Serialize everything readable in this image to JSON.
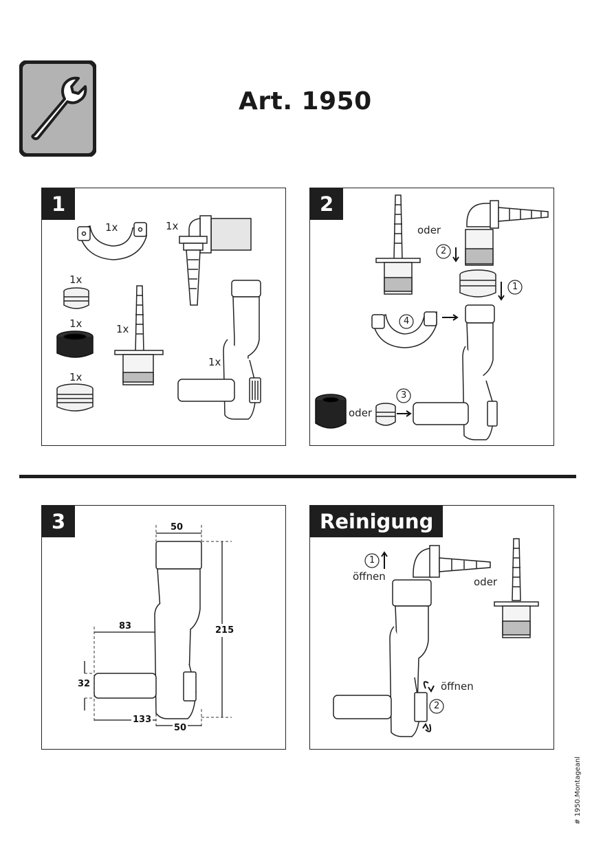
{
  "header": {
    "title": "Art. 1950",
    "icon": "wrench-icon"
  },
  "panels": {
    "p1": {
      "step": "1",
      "qty": {
        "clip": "1x",
        "elbow": "1x",
        "nut_small": "1x",
        "seal_black": "1x",
        "nut_large": "1x",
        "hose_connector": "1x",
        "siphon": "1x"
      }
    },
    "p2": {
      "step": "2",
      "oder_top": "oder",
      "oder_bottom": "oder",
      "marker1": "1",
      "marker2": "2",
      "marker3": "3",
      "marker4": "4"
    },
    "p3": {
      "step": "3",
      "dims": {
        "top_width": "50",
        "height": "215",
        "offset": "83",
        "pipe_diameter": "32",
        "total_length": "133",
        "bottom_width": "50"
      }
    },
    "p4": {
      "step": "Reinigung",
      "marker1": "1",
      "open1": "öffnen",
      "oder": "oder",
      "open2": "öffnen",
      "marker2": "2"
    }
  },
  "footer": {
    "doc_ref": "# 1950.Montageanl"
  }
}
